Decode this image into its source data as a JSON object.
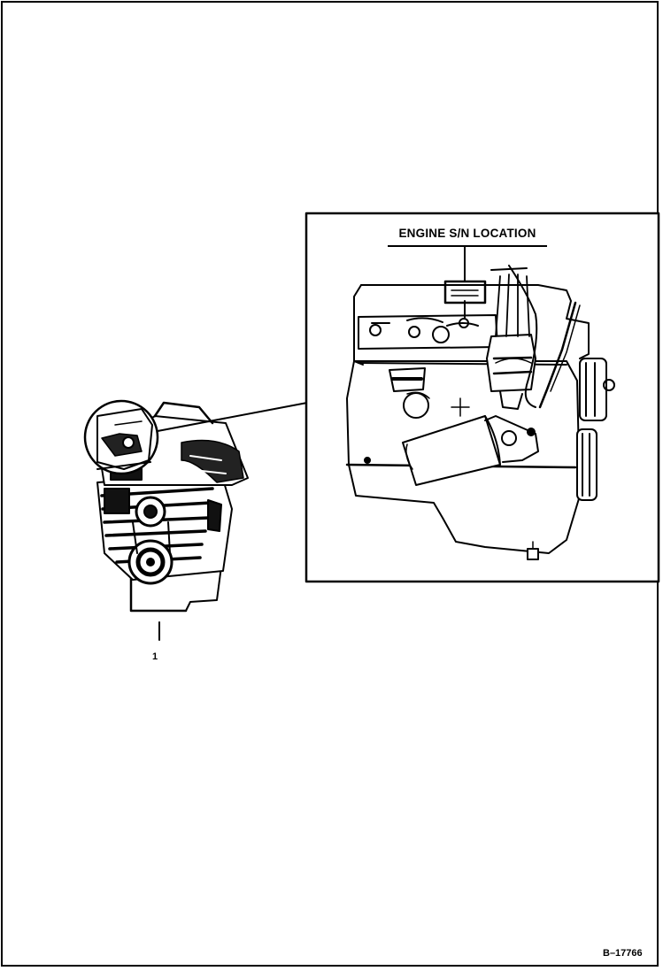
{
  "callout": {
    "title": "ENGINE S/N LOCATION"
  },
  "labels": {
    "item_number": "1"
  },
  "figure": {
    "id": "B–17766"
  }
}
